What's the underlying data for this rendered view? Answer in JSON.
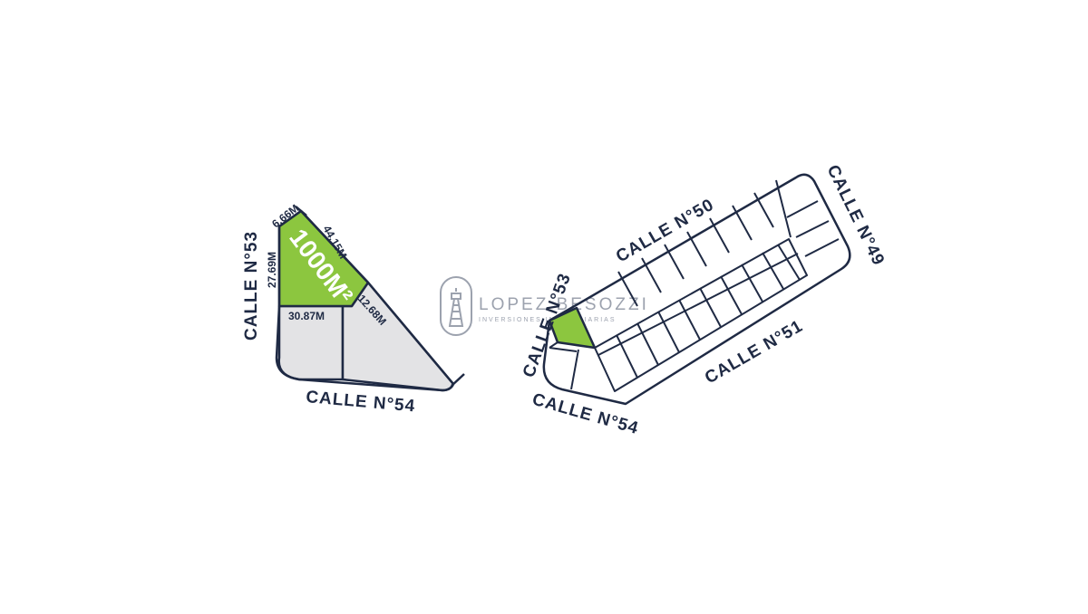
{
  "colors": {
    "outline": "#1f2a44",
    "lot_highlight": "#8cc63f",
    "lot_neutral": "#e3e3e5",
    "background": "#ffffff",
    "watermark": "#7b8394"
  },
  "left_plan": {
    "streets": {
      "west": "CALLE N°53",
      "south": "CALLE N°54"
    },
    "lot_area": "1000M²",
    "dimensions": {
      "top": "6.66M",
      "diagonal": "44.15M",
      "left": "27.69M",
      "bottom": "30.87M",
      "side": "12.68M"
    }
  },
  "right_plan": {
    "streets": {
      "north": "CALLE N°50",
      "east": "CALLE N°49",
      "south_long": "CALLE N°51",
      "west": "CALLE N°53",
      "south": "CALLE N°54"
    }
  },
  "watermark": {
    "brand_name": "LOPEZ BESOZZI",
    "brand_tagline": "INVERSIONES INMOBILIARIAS",
    "logo_icon": "tower-icon"
  }
}
